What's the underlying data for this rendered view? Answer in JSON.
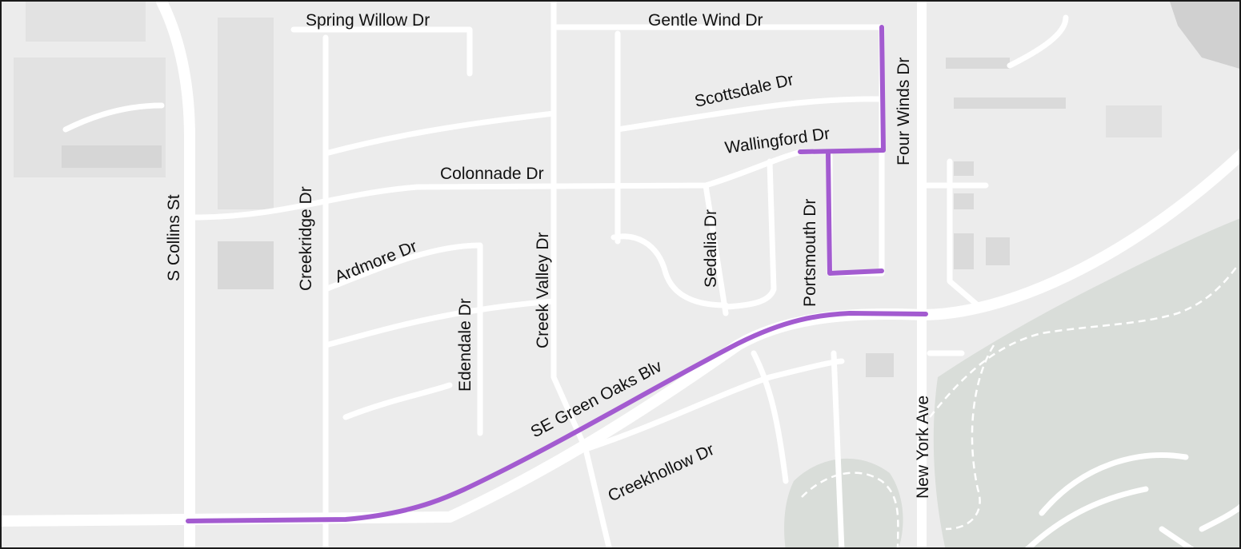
{
  "colors": {
    "background": "#ececec",
    "road": "#ffffff",
    "building": "#dadada",
    "park": "#d9ddd9",
    "trail": "#ffffff",
    "route": "#a35bd0",
    "label": "#111111",
    "border": "#1a1a1a"
  },
  "streets": {
    "spring_willow": "Spring Willow Dr",
    "gentle_wind": "Gentle Wind Dr",
    "four_winds": "Four Winds Dr",
    "scottsdale": "Scottsdale Dr",
    "wallingford": "Wallingford Dr",
    "colonnade": "Colonnade Dr",
    "s_collins": "S Collins St",
    "creekridge": "Creekridge Dr",
    "creek_valley": "Creek Valley Dr",
    "sedalia": "Sedalia Dr",
    "portsmouth": "Portsmouth Dr",
    "ardmore": "Ardmore Dr",
    "edendale": "Edendale Dr",
    "green_oaks": "SE Green Oaks Blv",
    "new_york": "New York Ave",
    "creekhollow": "Creekhollow Dr"
  },
  "route": {
    "segments": [
      "SE Green Oaks Blv",
      "Wallingford Dr",
      "Four Winds Dr",
      "Portsmouth Dr"
    ]
  }
}
